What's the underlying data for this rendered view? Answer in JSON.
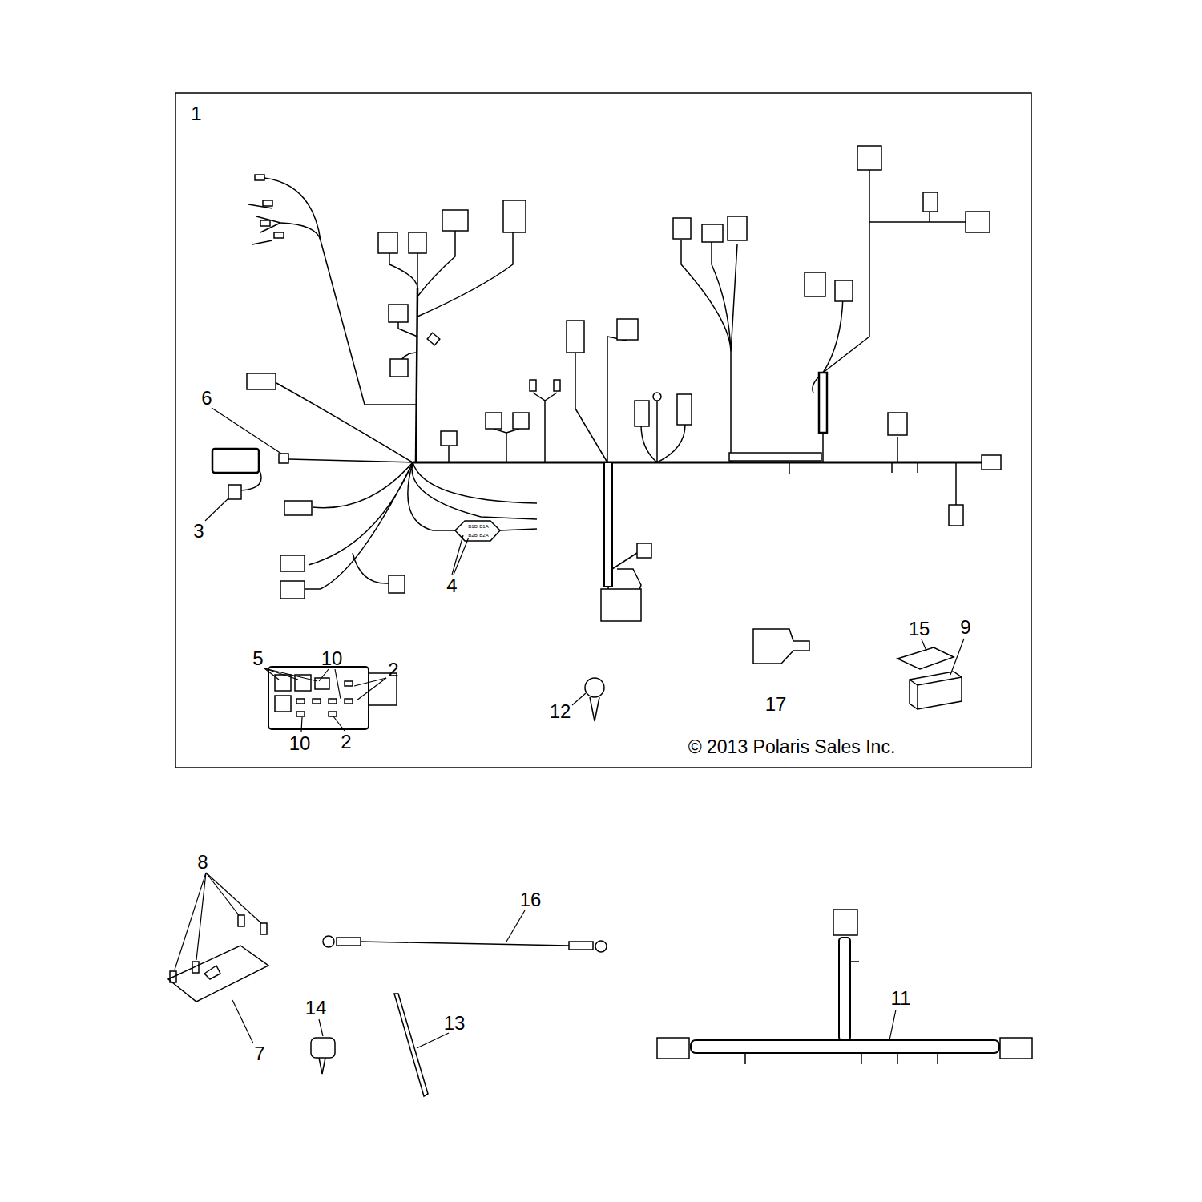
{
  "diagram": {
    "labels": [
      "1",
      "6",
      "3",
      "4",
      "5",
      "10",
      "2",
      "10",
      "2",
      "12",
      "17",
      "15",
      "9",
      "© 2013 Polaris Sales Inc.",
      "8",
      "16",
      "7",
      "14",
      "13",
      "11",
      "B1B",
      "B1A",
      "B2B",
      "B2A"
    ]
  }
}
